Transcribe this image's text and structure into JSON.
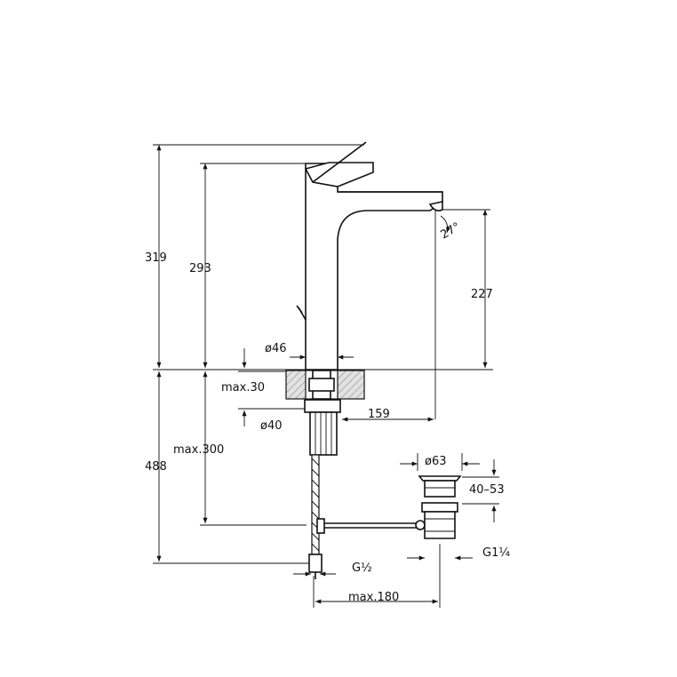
{
  "dimensions": {
    "total_height": "319",
    "spout_top_height": "293",
    "outlet_height": "227",
    "body_diameter": "ø46",
    "max_counter_thickness": "max.30",
    "shank_diameter": "ø40",
    "spout_reach": "159",
    "below_counter_total": "488",
    "max_hose_depth": "max.300",
    "waste_diameter": "ø63",
    "waste_range": "40–53",
    "waste_thread": "G1¼",
    "hose_thread": "G½",
    "max_hose_offset": "max.180",
    "spout_angle": "27°"
  },
  "colors": {
    "line": "#111111",
    "counter_hatch": "#b8b8b8"
  }
}
